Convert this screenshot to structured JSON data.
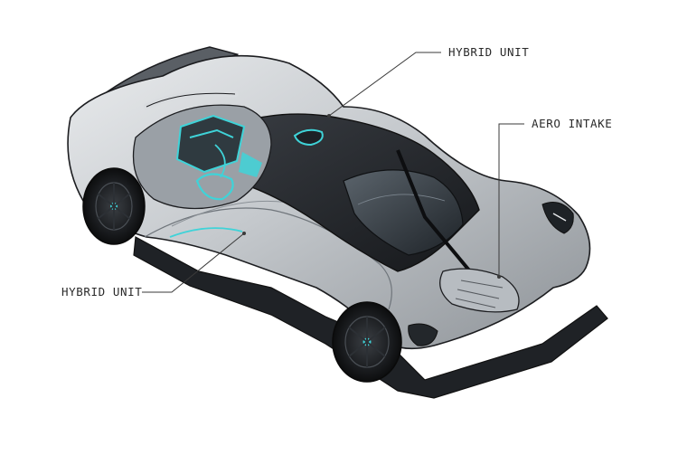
{
  "callouts": {
    "top_hybrid": "HYBRID UNIT",
    "aero_intake": "AERO INTAKE",
    "side_hybrid": "HYBRID UNIT"
  },
  "colors": {
    "accent": "#3fd3d8",
    "body_silver": "#c9cdd1",
    "carbon": "#2b2e33",
    "outline": "#1c1d20",
    "leader": "#3a3a3a"
  }
}
